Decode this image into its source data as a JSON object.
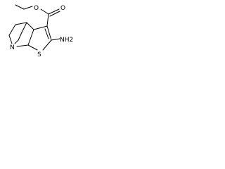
{
  "structure": {
    "atom_labels": {
      "ester_oxygen": "O",
      "carbonyl_oxygen": "O",
      "ring_nitrogen": "N",
      "ring_sulfur": "S",
      "amino_group": "NH2"
    }
  }
}
